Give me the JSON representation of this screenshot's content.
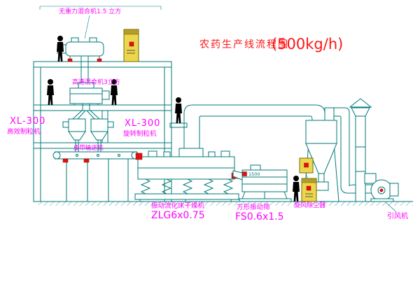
{
  "title": {
    "text": "农药生产线流程图",
    "capacity": "(500kg/h)"
  },
  "labels": {
    "gravity_mixer": "无重力混合机1.5 立方",
    "high_speed_mixer": "高速混合机3立方",
    "granulator_left_model": "XL-300",
    "granulator_left_name": "高效制粒机",
    "granulator_mid_model": "XL-300",
    "granulator_mid_name": "旋转制粒机",
    "belt_conveyor": "皮带输送机",
    "dryer_name": "振动流化床干燥机",
    "dryer_model": "ZLG6x0.75",
    "screen_name": "方形振动筛",
    "screen_model": "FS0.6x1.5",
    "cyclone": "旋风除尘器",
    "induced_fan": "引风机",
    "screen_dimension": "1500"
  },
  "figures": {
    "operator_silhouette_count": 5
  },
  "colors": {
    "drawing_line": "#007a7a",
    "label_text": "#ff00ff",
    "title_text": "#ff1414",
    "control_box_fill": "#ecd64e",
    "control_box_border": "#6e6e00",
    "accent_red": "#dd1111",
    "figure": "#000000",
    "background": "#ffffff"
  }
}
